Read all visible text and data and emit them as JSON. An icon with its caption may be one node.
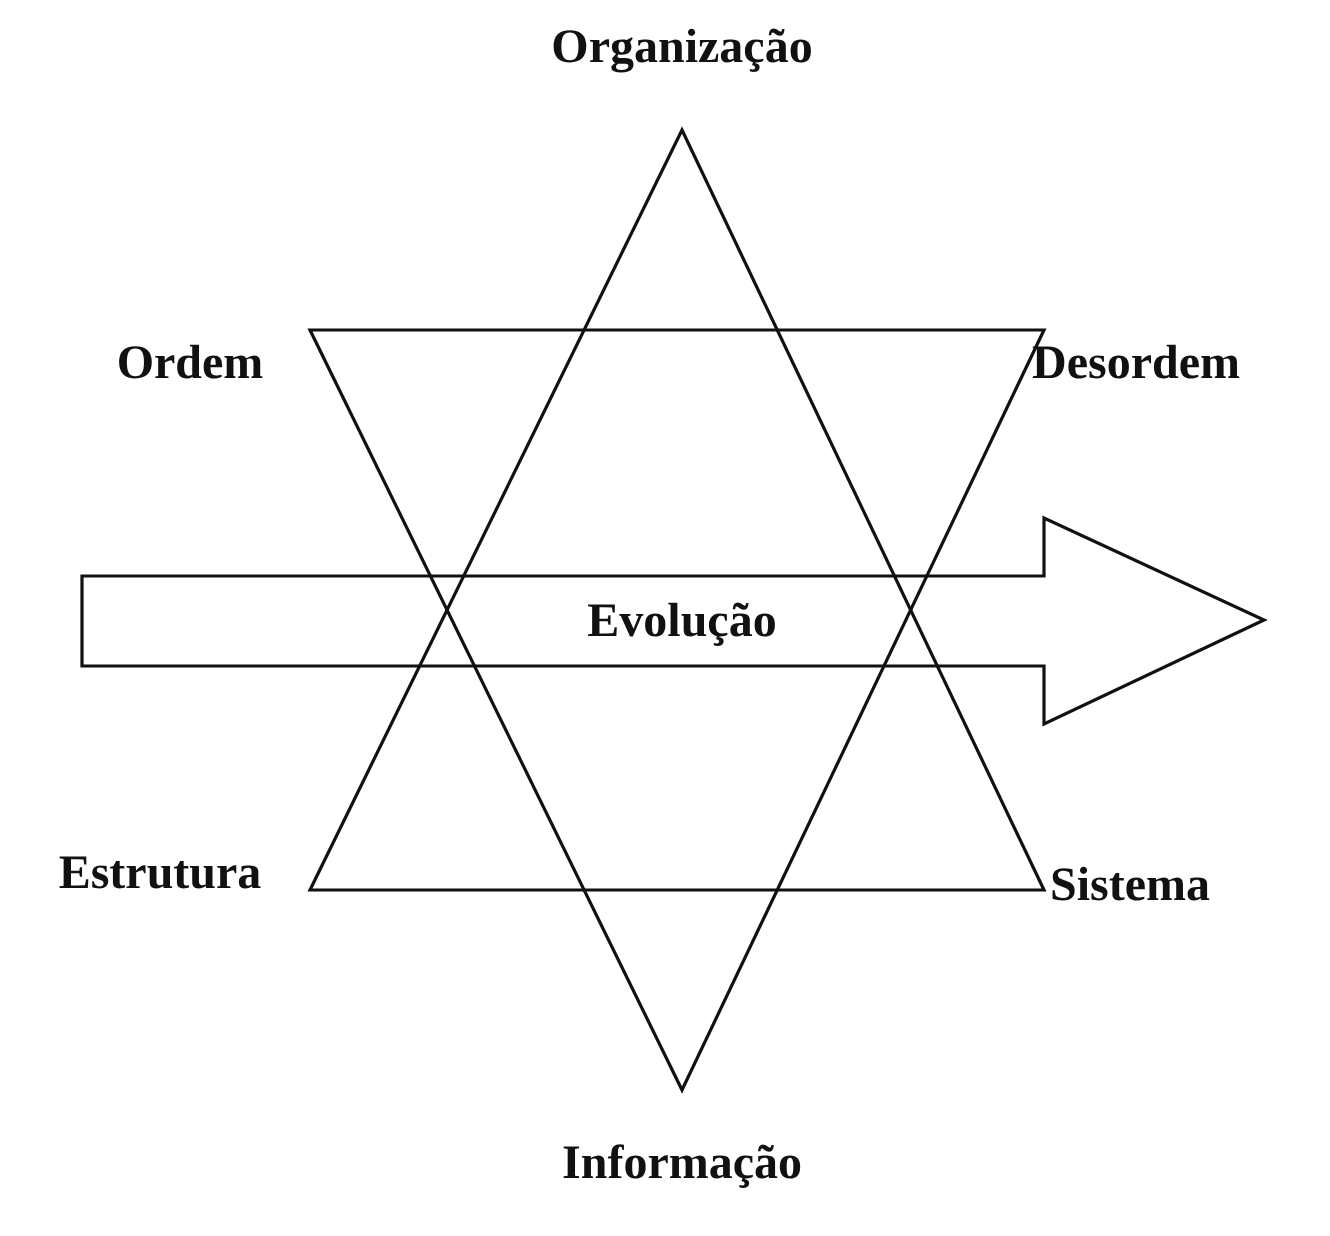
{
  "diagram": {
    "nodes": [
      {
        "text": [
          "Evolução"
        ]
      }
    ],
    "labels": [
      "Organização",
      "Ordem",
      "Desordem",
      "Estrutura",
      "Sistema",
      "Informação"
    ]
  }
}
